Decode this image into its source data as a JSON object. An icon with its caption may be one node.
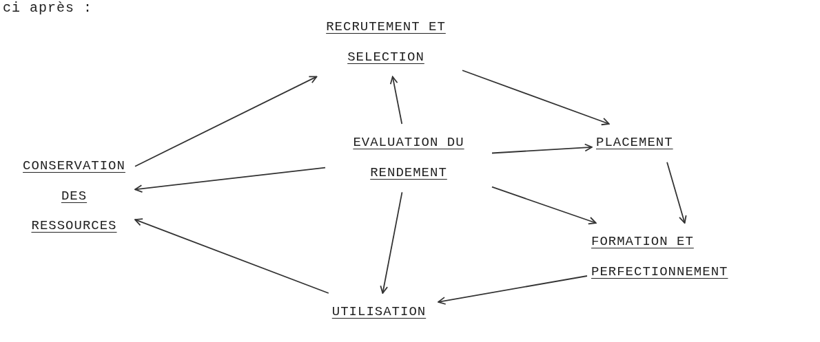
{
  "diagram": {
    "nodes": [
      {
        "text": [
          "RECRUTEMENT ET SELECTION"
        ]
      },
      {
        "text": [
          "PLACEMENT"
        ]
      },
      {
        "text": [
          "EVALUATION DU RENDEMENT"
        ]
      },
      {
        "text": [
          "CONSERVATION DES RESSOURCES"
        ]
      },
      {
        "text": [
          "FORMATION ET PERFECTIONNEMENT"
        ]
      },
      {
        "text": [
          "UTILISATION"
        ]
      }
    ],
    "edges": [
      {
        "from": 0,
        "to": 1,
        "arrow": "to"
      },
      {
        "from": 3,
        "to": 0,
        "arrow": "to"
      },
      {
        "from": 2,
        "to": 0,
        "arrow": "to"
      },
      {
        "from": 2,
        "to": 1,
        "arrow": "to"
      },
      {
        "from": 2,
        "to": 3,
        "arrow": "to"
      },
      {
        "from": 2,
        "to": 4,
        "arrow": "to"
      },
      {
        "from": 2,
        "to": 5,
        "arrow": "to"
      },
      {
        "from": 1,
        "to": 4,
        "arrow": "to"
      },
      {
        "from": 4,
        "to": 5,
        "arrow": "to"
      },
      {
        "from": 5,
        "to": 3,
        "arrow": "to"
      }
    ],
    "labels": [
      "ci après :"
    ]
  }
}
